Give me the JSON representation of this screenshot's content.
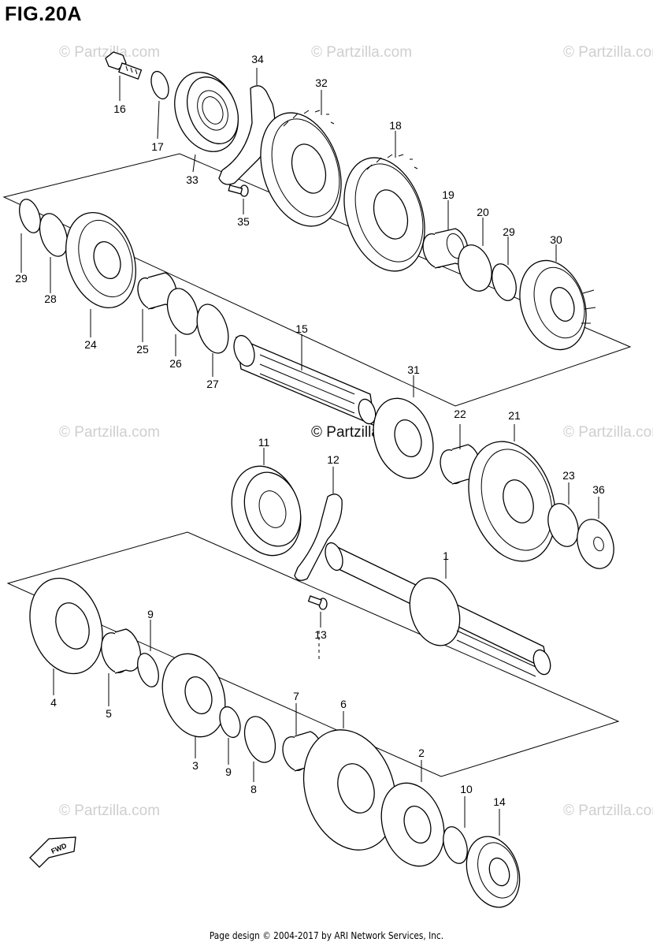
{
  "figure": {
    "title": "FIG.20A"
  },
  "watermark": {
    "text": "© Partzilla.com",
    "center_text": "© Partzilla.com"
  },
  "footer": {
    "text": "Page design © 2004-2017 by ARI Network Services, Inc."
  },
  "fwd_arrow": {
    "label": "FWD"
  },
  "callouts": [
    "1",
    "2",
    "3",
    "4",
    "5",
    "6",
    "7",
    "8",
    "9",
    "10",
    "11",
    "12",
    "13",
    "14",
    "15",
    "16",
    "17",
    "18",
    "19",
    "20",
    "21",
    "22",
    "23",
    "24",
    "25",
    "26",
    "27",
    "28",
    "29",
    "30",
    "31",
    "32",
    "33",
    "34",
    "35",
    "36"
  ]
}
